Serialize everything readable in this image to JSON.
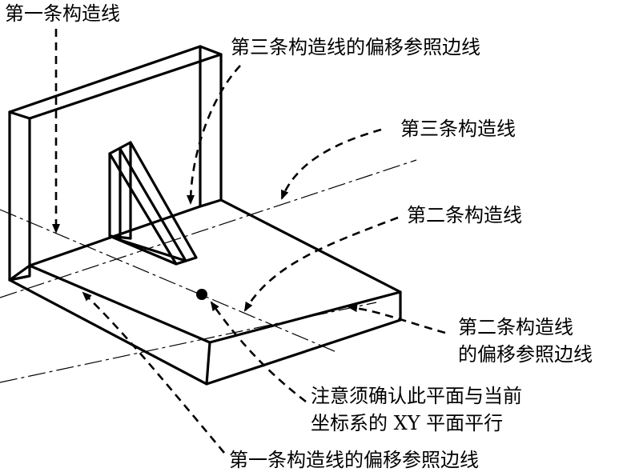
{
  "labels": {
    "first_line": "第一条构造线",
    "third_offset_ref": "第三条构造线的偏移参照边线",
    "third_line": "第三条构造线",
    "second_line": "第二条构造线",
    "second_offset_ref_1": "第二条构造线",
    "second_offset_ref_2": "的偏移参照边线",
    "note_1": "注意须确认此平面与当前",
    "note_2": "坐标系的 XY 平面平行",
    "first_offset_ref": "第一条构造线的偏移参照边线"
  },
  "colors": {
    "ink": "#000000",
    "background": "#ffffff"
  }
}
